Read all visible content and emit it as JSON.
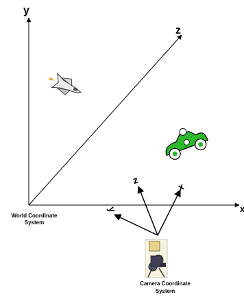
{
  "world": {
    "axis_y": "y",
    "axis_z": "z",
    "axis_x": "x",
    "caption_line1": "World Coordinate",
    "caption_line2": "System"
  },
  "camera": {
    "axis_x": "x",
    "axis_y": "y",
    "axis_z": "z",
    "caption_line1": "Camera Coordinate",
    "caption_line2": "System"
  },
  "icons": {
    "shuttle": "space-shuttle-icon",
    "car": "race-car-icon",
    "camera": "film-camera-icon"
  },
  "colors": {
    "car_body": "#2db82d",
    "shuttle_flame": "#f0a020"
  }
}
